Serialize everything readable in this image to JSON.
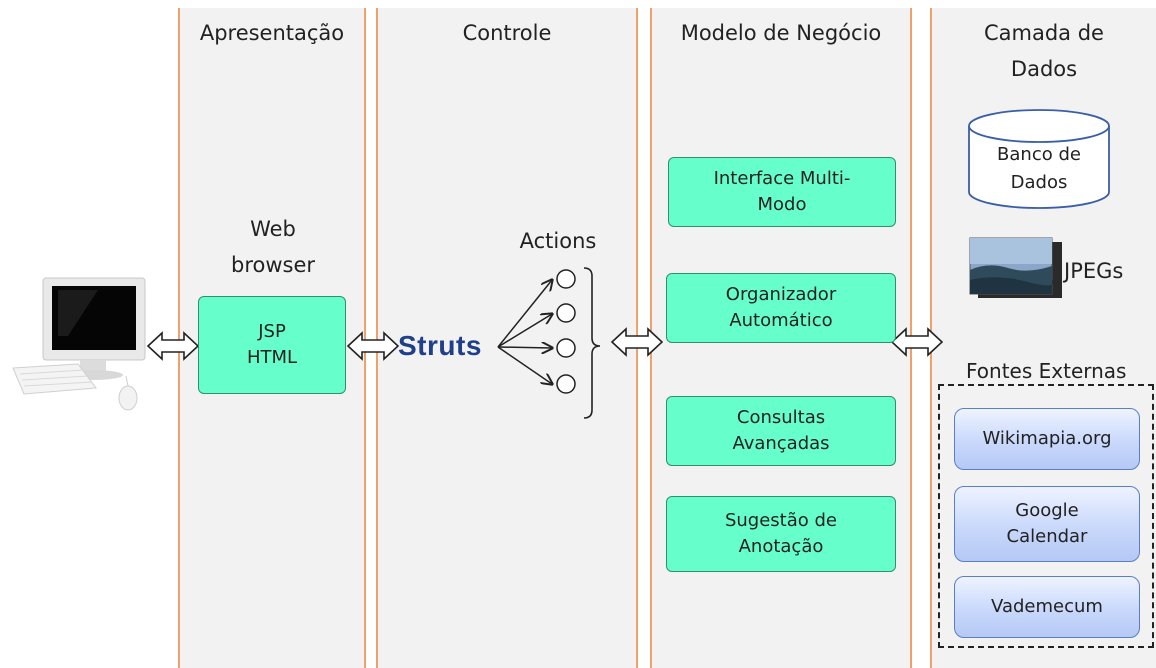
{
  "columns": {
    "apresentacao": "Apresentação",
    "controle": "Controle",
    "modelo": "Modelo de Negócio",
    "camada_line1": "Camada de",
    "camada_line2": "Dados"
  },
  "presentation": {
    "browser_line1": "Web",
    "browser_line2": "browser",
    "box_line1": "JSP",
    "box_line2": "HTML"
  },
  "control": {
    "struts": "Struts",
    "actions": "Actions"
  },
  "business": [
    {
      "line1": "Interface Multi-",
      "line2": "Modo"
    },
    {
      "line1": "Organizador",
      "line2": "Automático"
    },
    {
      "line1": "Consultas",
      "line2": "Avançadas"
    },
    {
      "line1": "Sugestão de",
      "line2": "Anotação"
    }
  ],
  "data_layer": {
    "db_line1": "Banco de",
    "db_line2": "Dados",
    "jpegs": "JPEGs",
    "external_title": "Fontes Externas",
    "sources": [
      {
        "line1": "Wikimapia.org",
        "line2": ""
      },
      {
        "line1": "Google",
        "line2": "Calendar"
      },
      {
        "line1": "Vademecum",
        "line2": ""
      }
    ]
  },
  "colors": {
    "column_border": "#f0a06a",
    "column_bg": "#f2f2f2",
    "green_box": "#66ffcc",
    "blue_box": "#c9d8fb",
    "struts_text": "#1f3f8a"
  }
}
